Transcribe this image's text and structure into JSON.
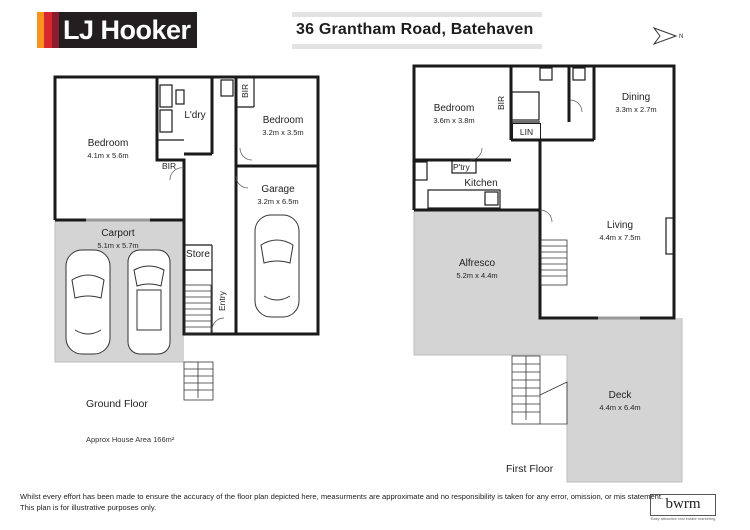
{
  "brand": {
    "logo_text": "Hooker",
    "logo_initials": "LJ",
    "stripe_colors": [
      "#f7931e",
      "#d7282f",
      "#8c1d2f"
    ]
  },
  "header": {
    "address": "36 Grantham Road, Batehaven",
    "compass_label": "N"
  },
  "ground_floor": {
    "label": "Ground Floor",
    "area_note": "Approx House Area 166m²",
    "rooms": {
      "bedroom_main": {
        "name": "Bedroom",
        "size": "4.1m x 5.6m"
      },
      "laundry": {
        "name": "L'dry"
      },
      "bir_1": {
        "name": "BIR"
      },
      "bir_2": {
        "name": "BIR"
      },
      "bedroom_2": {
        "name": "Bedroom",
        "size": "3.2m x 3.5m"
      },
      "garage": {
        "name": "Garage",
        "size": "3.2m x 6.5m"
      },
      "carport": {
        "name": "Carport",
        "size": "5.1m x 5.7m"
      },
      "store": {
        "name": "Store"
      },
      "entry": {
        "name": "Entry"
      }
    }
  },
  "first_floor": {
    "label": "First Floor",
    "rooms": {
      "bedroom": {
        "name": "Bedroom",
        "size": "3.6m x 3.8m"
      },
      "bir": {
        "name": "BIR"
      },
      "lin": {
        "name": "LIN"
      },
      "dining": {
        "name": "Dining",
        "size": "3.3m x 2.7m"
      },
      "pantry": {
        "name": "P'try"
      },
      "kitchen": {
        "name": "Kitchen"
      },
      "living": {
        "name": "Living",
        "size": "4.4m x 7.5m"
      },
      "alfresco": {
        "name": "Alfresco",
        "size": "5.2m x 4.4m"
      },
      "deck": {
        "name": "Deck",
        "size": "4.4m x 6.4m"
      }
    }
  },
  "footer": {
    "disclaimer_line1": "Whilst every effort has been made to ensure the accuracy of the floor plan depicted here, measurments are approximate and no responsibility is taken for any error, omission, or mis statement.",
    "disclaimer_line2": "This plan is for illustrative purposes only.",
    "maker_logo": "bwrm",
    "maker_tagline": "Easy attractive real estate marketing"
  },
  "colors": {
    "wall": "#1a1a1a",
    "outdoor": "#d4d4d4",
    "header_bar": "#e2e2e2"
  }
}
